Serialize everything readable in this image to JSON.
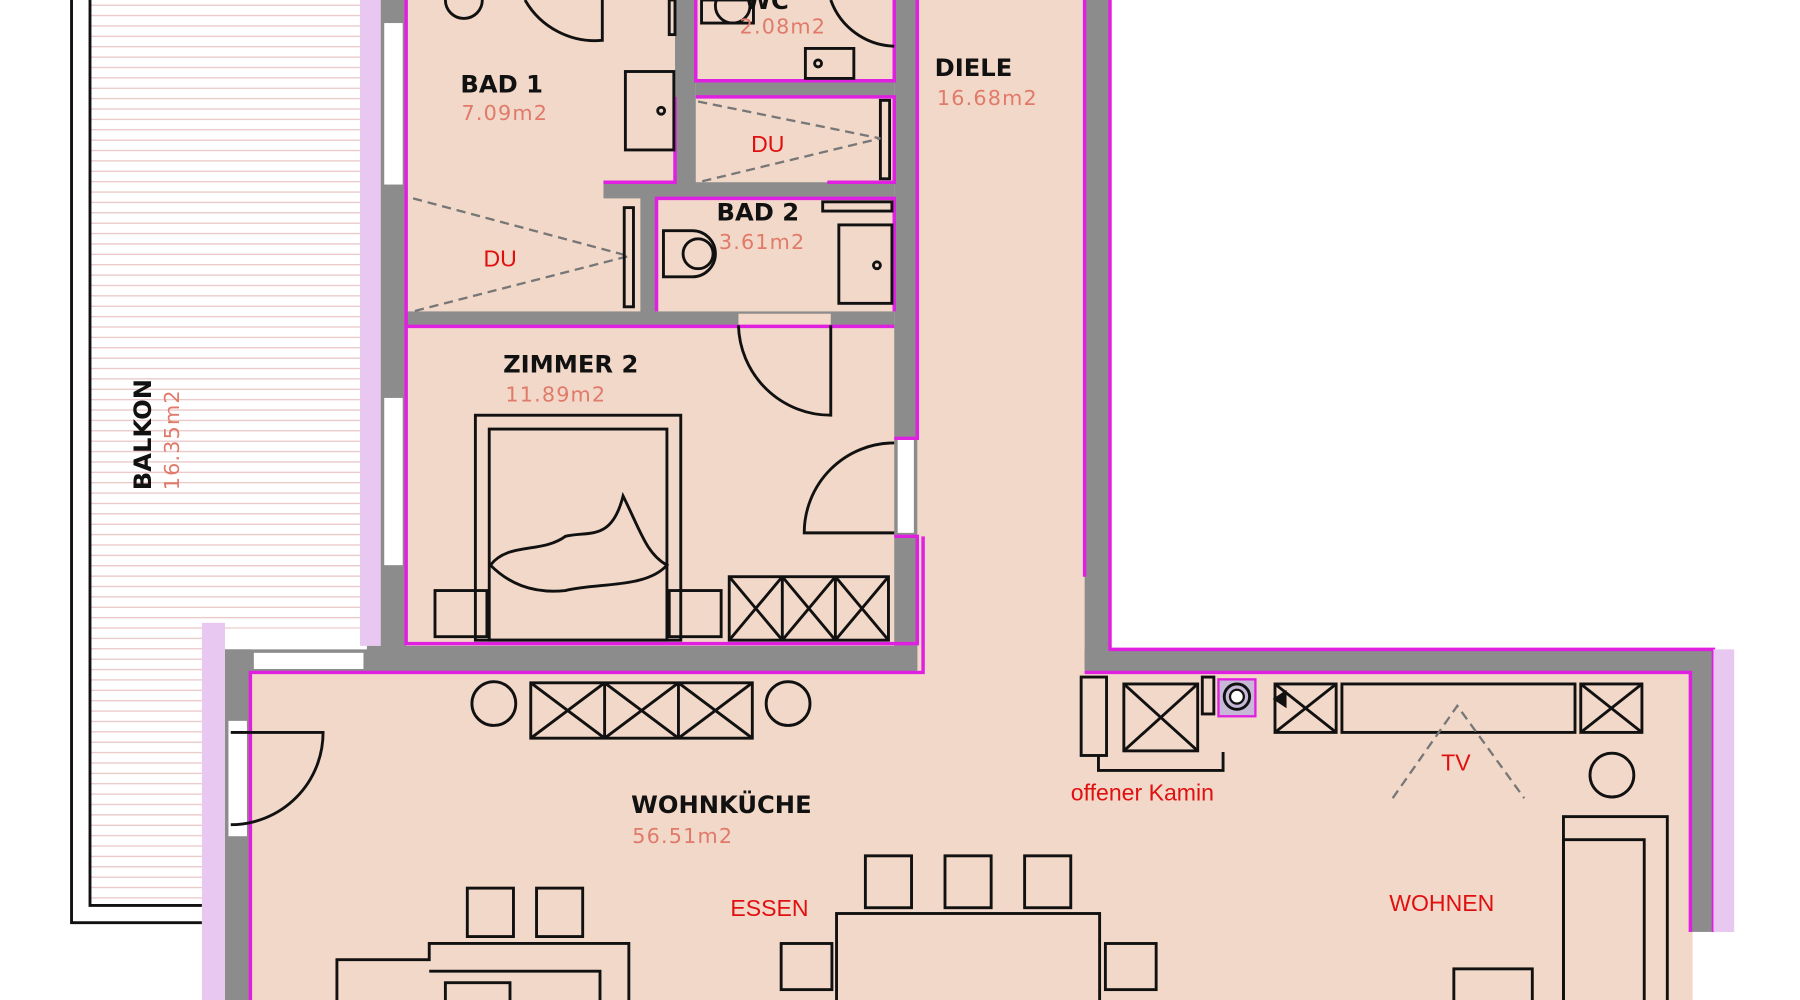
{
  "plan": {
    "rooms": {
      "wc": {
        "name": "WC",
        "area": "2.08m2"
      },
      "bad1": {
        "name": "BAD 1",
        "area": "7.09m2"
      },
      "bad2": {
        "name": "BAD 2",
        "area": "3.61m2"
      },
      "diele": {
        "name": "DIELE",
        "area": "16.68m2"
      },
      "zimmer2": {
        "name": "ZIMMER 2",
        "area": "11.89m2"
      },
      "balkon": {
        "name": "BALKON",
        "area": "16.35m2"
      },
      "wohnkueche": {
        "name": "WOHNKÜCHE",
        "area": "56.51m2"
      }
    },
    "annotations": {
      "du1": "DU",
      "du2": "DU",
      "kamin": "offener Kamin",
      "tv": "TV",
      "essen": "ESSEN",
      "wohnen": "WOHNEN"
    },
    "colors": {
      "floor": "#f2d8c8",
      "wall": "#8c8c8c",
      "outline": "#e020e0",
      "label_red": "#e01010",
      "area": "#e07a6a"
    }
  }
}
